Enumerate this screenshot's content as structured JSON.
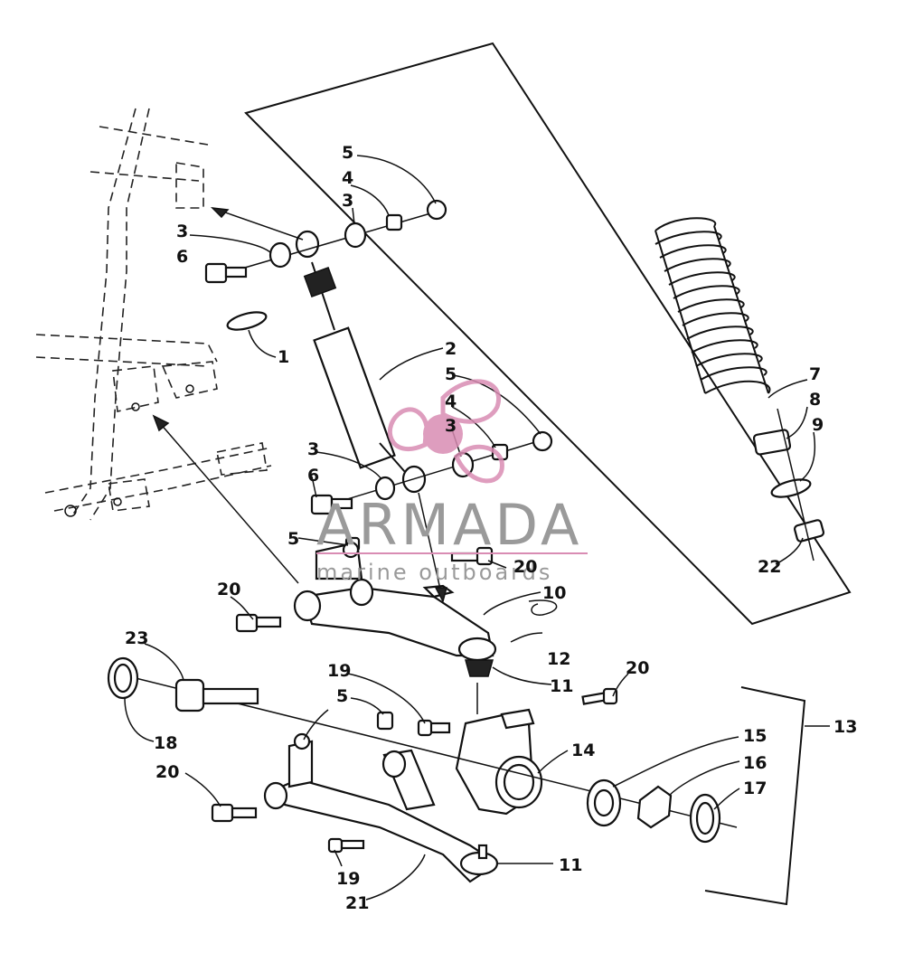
{
  "watermark": {
    "brand": "ARMADA",
    "tagline": "marine outboards",
    "colors": {
      "logo": "#d98cb3",
      "text": "#9a9a9a"
    }
  },
  "callouts": {
    "c1": "1",
    "c2": "2",
    "c3a": "3",
    "c3b": "3",
    "c3c": "3",
    "c3d": "3",
    "c4a": "4",
    "c4b": "4",
    "c5a": "5",
    "c5b": "5",
    "c5c": "5",
    "c5d": "5",
    "c6a": "6",
    "c6b": "6",
    "c7": "7",
    "c8": "8",
    "c9": "9",
    "c10": "10",
    "c11a": "11",
    "c11b": "11",
    "c12": "12",
    "c13": "13",
    "c14": "14",
    "c15": "15",
    "c16": "16",
    "c17": "17",
    "c18": "18",
    "c19a": "19",
    "c19b": "19",
    "c20a": "20",
    "c20b": "20",
    "c20c": "20",
    "c20d": "20",
    "c21": "21",
    "c22": "22",
    "c23": "23"
  }
}
